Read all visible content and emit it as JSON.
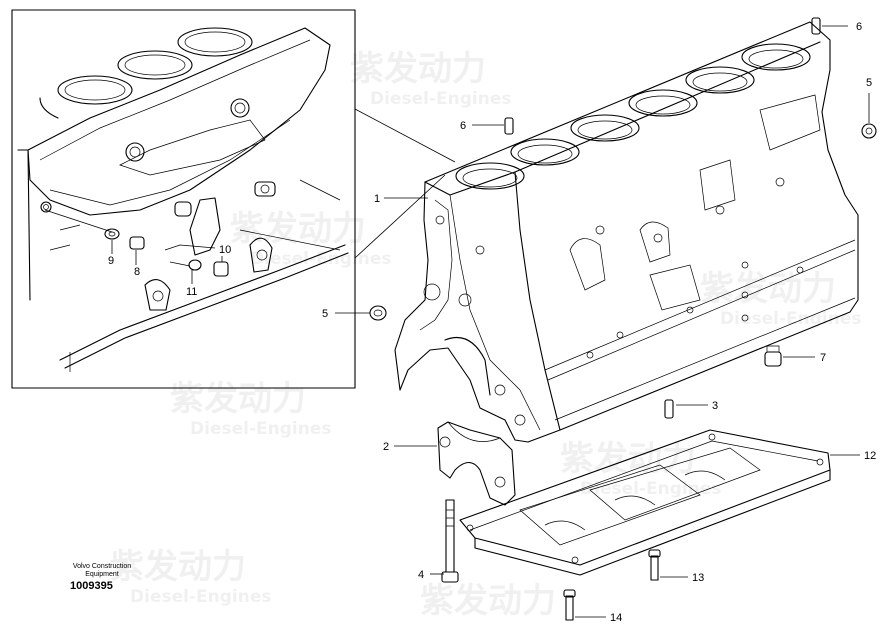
{
  "callouts": [
    {
      "id": "c1",
      "label": "1"
    },
    {
      "id": "c2",
      "label": "2"
    },
    {
      "id": "c3",
      "label": "3"
    },
    {
      "id": "c4",
      "label": "4"
    },
    {
      "id": "c5a",
      "label": "5"
    },
    {
      "id": "c5b",
      "label": "5"
    },
    {
      "id": "c6a",
      "label": "6"
    },
    {
      "id": "c6b",
      "label": "6"
    },
    {
      "id": "c7",
      "label": "7"
    },
    {
      "id": "c8",
      "label": "8"
    },
    {
      "id": "c9",
      "label": "9"
    },
    {
      "id": "c10",
      "label": "10"
    },
    {
      "id": "c11",
      "label": "11"
    },
    {
      "id": "c12",
      "label": "12"
    },
    {
      "id": "c13",
      "label": "13"
    },
    {
      "id": "c14",
      "label": "14"
    }
  ],
  "caption": {
    "brand_line1": "Volvo Construction",
    "brand_line2": "Equipment",
    "part_number": "1009395"
  },
  "watermark": {
    "chinese": "紫发动力",
    "english": "Diesel-Engines"
  }
}
